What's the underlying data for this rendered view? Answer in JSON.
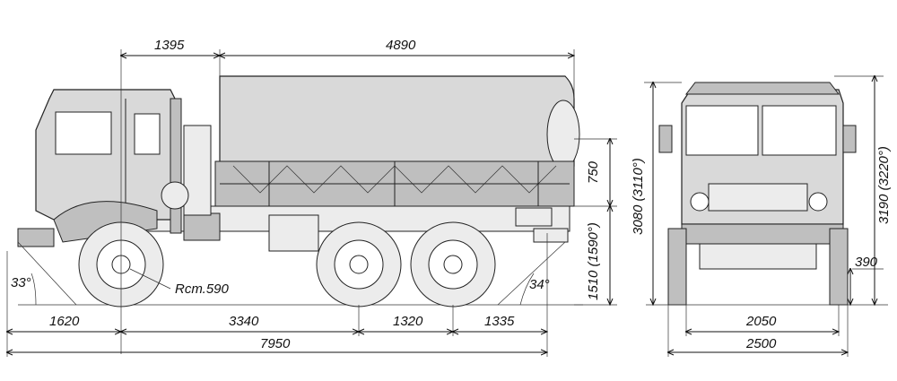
{
  "dimensions": {
    "front_overhang_cab": "1395",
    "body_length": "4890",
    "front_overhang": "1620",
    "wheelbase_front": "3340",
    "wheelbase_rear": "1320",
    "rear_overhang": "1335",
    "overall_length": "7950",
    "approach_angle": "33°",
    "departure_angle": "34°",
    "turn_radius": "Rст.590",
    "side_height": "750",
    "platform_height": "1510 (1590°)",
    "cab_height": "3080 (3110°)",
    "total_height": "3190 (3220°)",
    "ground_clearance": "390",
    "track": "2050",
    "overall_width": "2500"
  }
}
